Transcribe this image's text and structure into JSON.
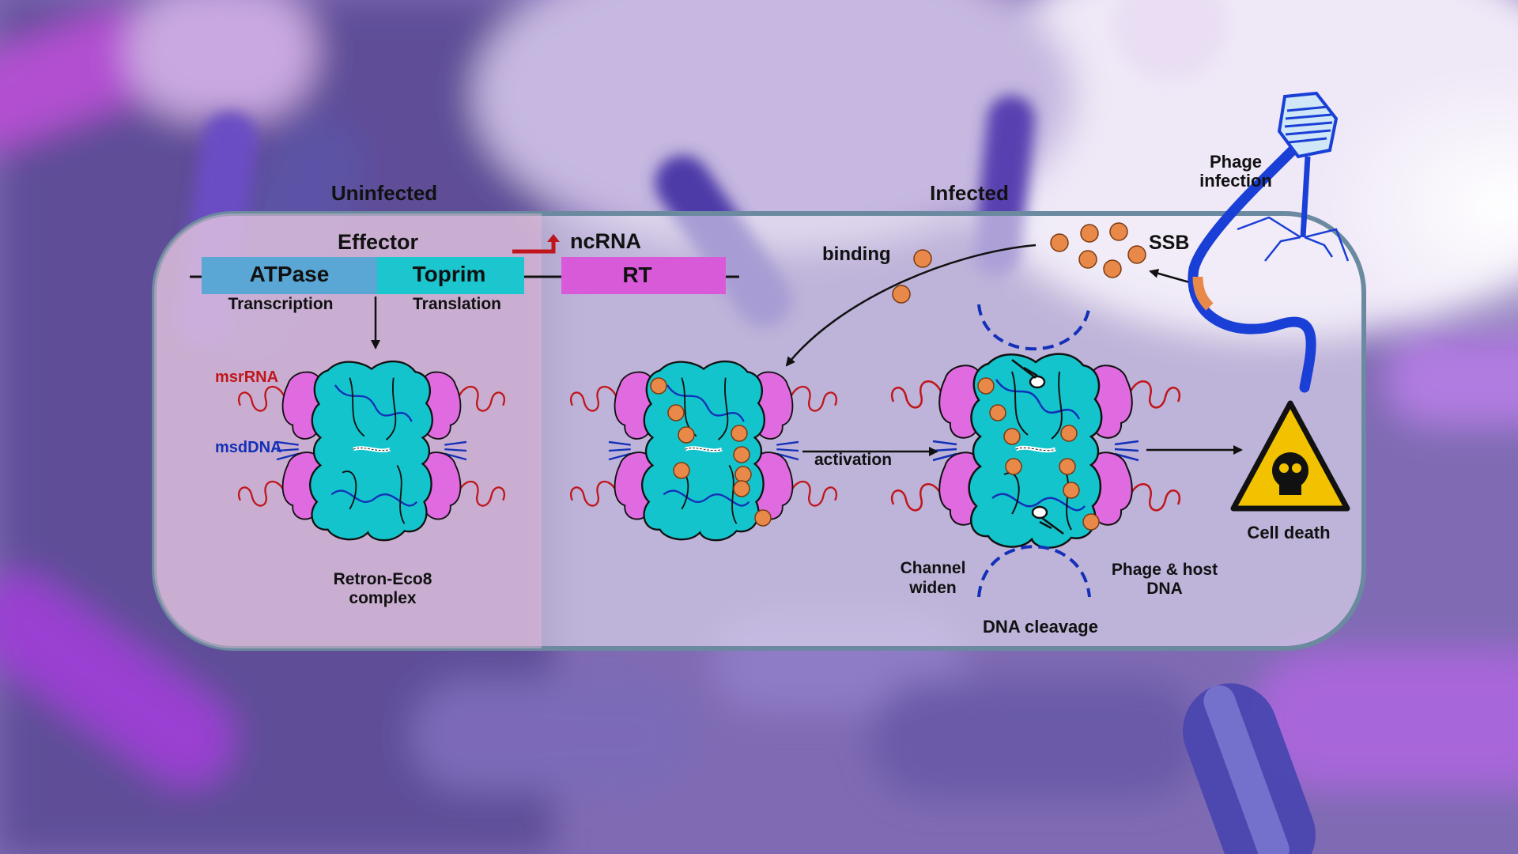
{
  "panels": {
    "uninfected": "Uninfected",
    "infected": "Infected"
  },
  "operon": {
    "effector": "Effector",
    "ncrna": "ncRNA",
    "atpase": "ATPase",
    "toprim": "Toprim",
    "rt": "RT",
    "transcription": "Transcription",
    "translation": "Translation"
  },
  "complex": {
    "msrrna": "msrRNA",
    "msddna": "msdDNA",
    "name_line1": "Retron-Eco8",
    "name_line2": "complex"
  },
  "steps": {
    "binding": "binding",
    "ssb": "SSB",
    "phage_line1": "Phage",
    "phage_line2": "infection",
    "activation": "activation",
    "channel_line1": "Channel",
    "channel_line2": "widen",
    "dna_line1": "Phage & host",
    "dna_line2": "DNA",
    "cleavage": "DNA cleavage",
    "death": "Cell death"
  },
  "colors": {
    "atpase": "#5aa7d6",
    "toprim": "#1cc6cf",
    "rt": "#d95ad9",
    "protein_core": "#14c4cc",
    "protein_side": "#e06be0",
    "msrrna": "#c0161b",
    "msddna": "#1230b8",
    "ssb": "#e8894a",
    "warning": "#f2c200"
  }
}
